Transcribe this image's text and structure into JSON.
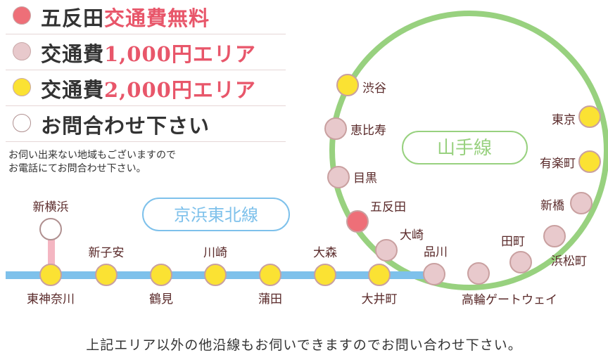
{
  "colors": {
    "gotanda": "#ee6f78",
    "area_1000": "#e8c9cc",
    "area_2000": "#fbe233",
    "contact": "#ffffff",
    "accent_text": "#e8566a",
    "yamanote_line": "#98d17f",
    "keihin_line": "#7ec1eb",
    "yokohama_branch": "#f4b6c2",
    "station_label": "#5a2a2a"
  },
  "legend": [
    {
      "prefix": "五反田",
      "accent": "交通費無料",
      "color_key": "gotanda"
    },
    {
      "prefix": "交通費",
      "accent": "1,000円エリア",
      "color_key": "area_1000"
    },
    {
      "prefix": "交通費",
      "accent": "2,000円エリア",
      "color_key": "area_2000"
    },
    {
      "prefix": "お問合わせ下さい",
      "accent": "",
      "color_key": "contact"
    }
  ],
  "note": [
    "お伺い出来ない地域もございますので",
    "お電話にてお問合わせ下さい。"
  ],
  "lines": {
    "yamanote": "山手線",
    "keihin": "京浜東北線"
  },
  "stations": [
    {
      "name": "渋谷",
      "category": "area_2000"
    },
    {
      "name": "恵比寿",
      "category": "area_1000"
    },
    {
      "name": "目黒",
      "category": "area_1000"
    },
    {
      "name": "五反田",
      "category": "gotanda"
    },
    {
      "name": "大崎",
      "category": "area_1000"
    },
    {
      "name": "品川",
      "category": "area_1000"
    },
    {
      "name": "高輪ゲートウェイ",
      "category": "area_1000"
    },
    {
      "name": "田町",
      "category": "area_1000"
    },
    {
      "name": "浜松町",
      "category": "area_1000"
    },
    {
      "name": "新橋",
      "category": "area_1000"
    },
    {
      "name": "有楽町",
      "category": "area_2000"
    },
    {
      "name": "東京",
      "category": "area_2000"
    },
    {
      "name": "新横浜",
      "category": "contact"
    },
    {
      "name": "東神奈川",
      "category": "area_2000"
    },
    {
      "name": "新子安",
      "category": "area_2000"
    },
    {
      "name": "鶴見",
      "category": "area_2000"
    },
    {
      "name": "川崎",
      "category": "area_2000"
    },
    {
      "name": "蒲田",
      "category": "area_2000"
    },
    {
      "name": "大森",
      "category": "area_2000"
    },
    {
      "name": "大井町",
      "category": "area_2000"
    }
  ],
  "footer": "上記エリア以外の他沿線もお伺いできますのでお問い合わせ下さい。"
}
